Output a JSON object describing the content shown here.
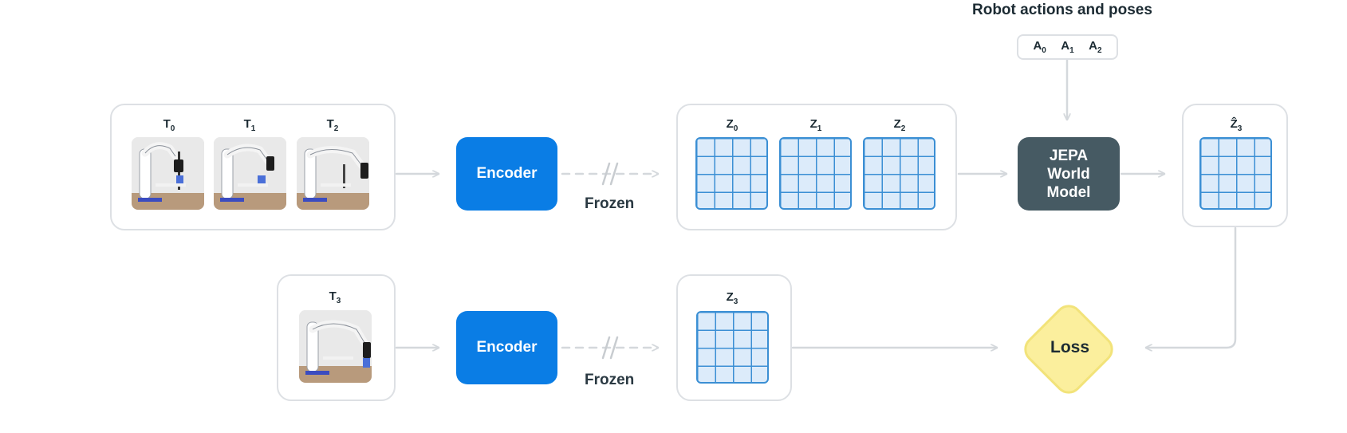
{
  "header": {
    "title": "Robot actions and poses"
  },
  "actions": [
    {
      "base": "A",
      "sub": "0"
    },
    {
      "base": "A",
      "sub": "1"
    },
    {
      "base": "A",
      "sub": "2"
    }
  ],
  "context_frames": [
    {
      "base": "T",
      "sub": "0"
    },
    {
      "base": "T",
      "sub": "1"
    },
    {
      "base": "T",
      "sub": "2"
    }
  ],
  "target_frame": {
    "base": "T",
    "sub": "3"
  },
  "encoder_label": "Encoder",
  "frozen_label": "Frozen",
  "context_latents": [
    {
      "base": "Z",
      "sub": "0"
    },
    {
      "base": "Z",
      "sub": "1"
    },
    {
      "base": "Z",
      "sub": "2"
    }
  ],
  "target_latent": {
    "base": "Z",
    "sub": "3"
  },
  "predicted_latent": {
    "base": "Ẑ",
    "sub": "3"
  },
  "world_model": {
    "line1": "JEPA",
    "line2": "World",
    "line3": "Model"
  },
  "loss_label": "Loss",
  "colors": {
    "encoder": "#0a7de5",
    "world_model": "#465a63",
    "latent_fill": "#dcebfa",
    "latent_grid": "#3b8fd4",
    "loss_fill": "#fbef9d",
    "loss_border": "#f2e37a",
    "connector": "#d4d8dc"
  }
}
